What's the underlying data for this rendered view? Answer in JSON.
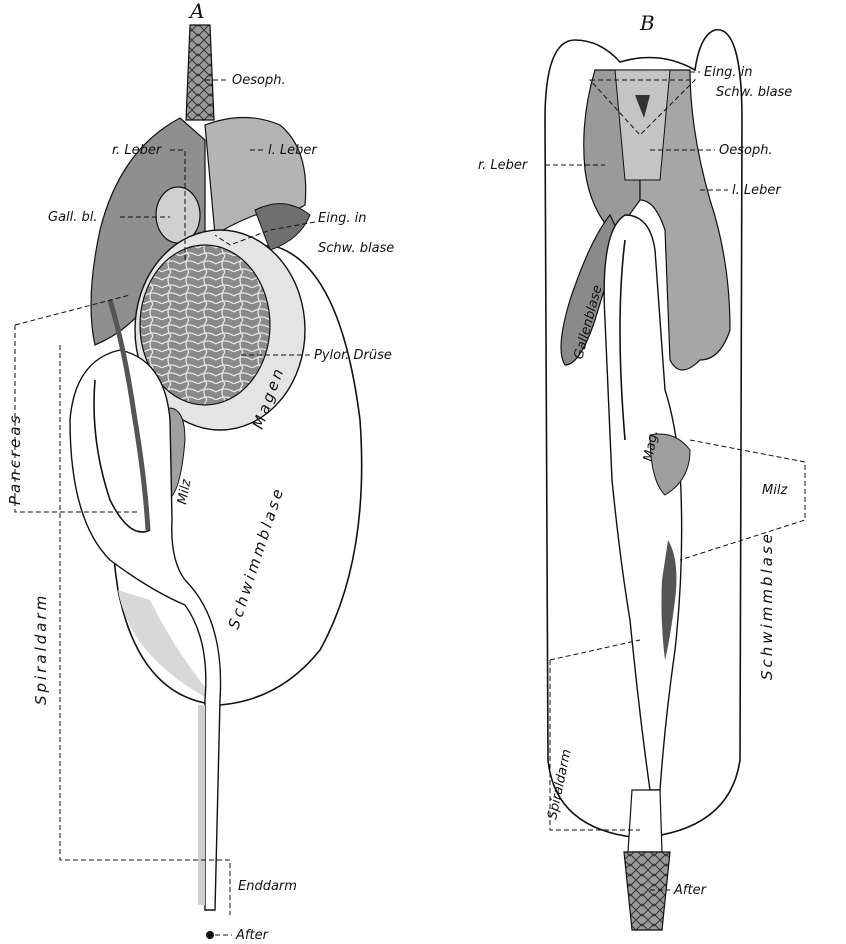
{
  "figure": {
    "panel_a": {
      "letter": "A",
      "labels": {
        "oesoph": "Oesoph.",
        "r_leber": "r. Leber",
        "l_leber": "l. Leber",
        "gall_bl": "Gall. bl.",
        "eing_in_1": "Eing. in",
        "eing_in_2": "Schw. blase",
        "pylor": "Pylor. Drüse",
        "pancreas": "Pancreas",
        "magen": "Magen",
        "milz": "Milz",
        "schwimmblase": "Schwimmblase",
        "spiraldarm": "Spiraldarm",
        "enddarm": "Enddarm",
        "after": "After"
      }
    },
    "panel_b": {
      "letter": "B",
      "labels": {
        "eing_in_1": "Eing. in",
        "eing_in_2": "Schw. blase",
        "r_leber": "r. Leber",
        "oesoph": "Oesoph.",
        "l_leber": "l. Leber",
        "gallenblase": "Gallenblase",
        "mag": "Mag.",
        "milz": "Milz",
        "schwimmblase": "Schwimmblase",
        "spiraldarm": "Spiraldarm",
        "after": "After"
      }
    },
    "colors": {
      "liver": "#8f8f8f",
      "liver_light": "#b4b4b4",
      "gland": "#7a7a7a",
      "outline": "#111111",
      "background": "#ffffff"
    }
  }
}
